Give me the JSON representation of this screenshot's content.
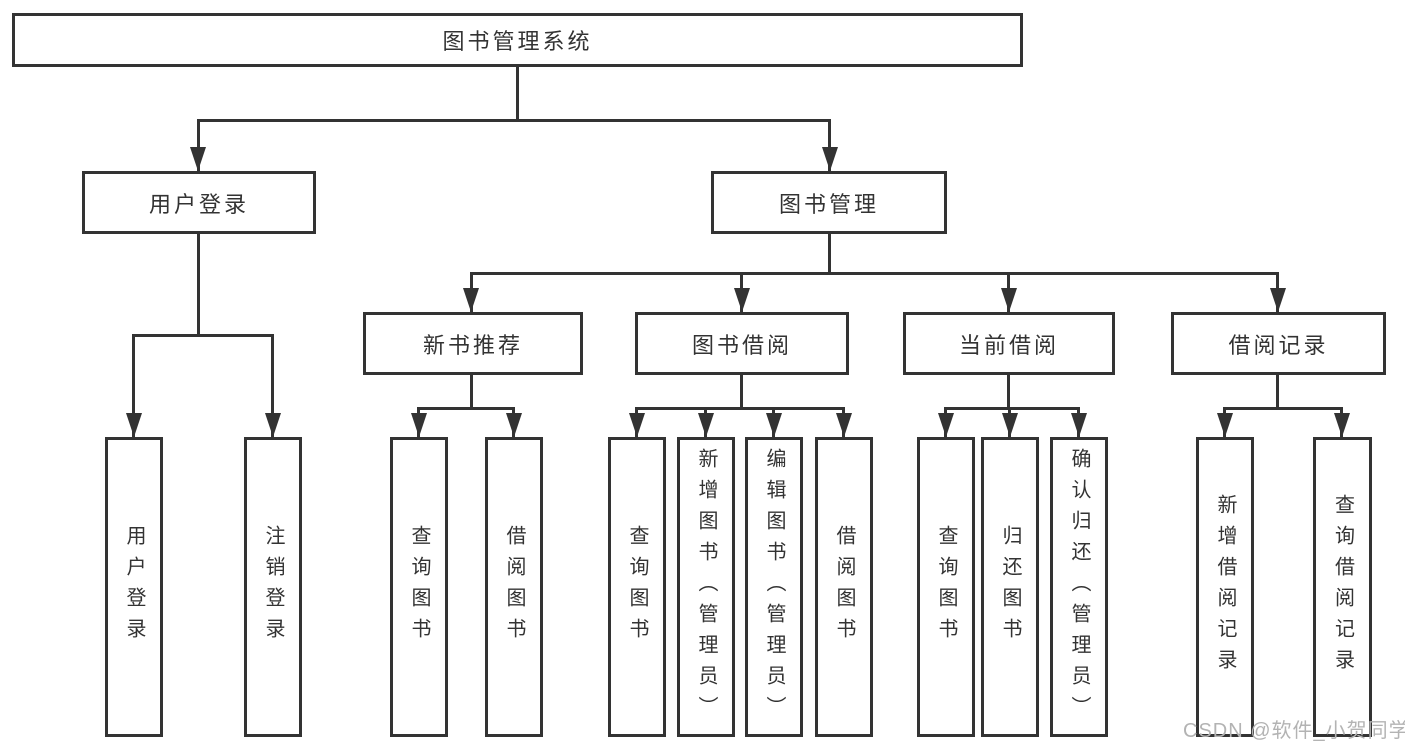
{
  "diagram": {
    "type": "tree-diagram",
    "line_color": "#333333",
    "text_color": "#333333",
    "root": {
      "label": "图书管理系统"
    },
    "branches": [
      {
        "label": "用户登录",
        "children": [
          {
            "label": "用户登录"
          },
          {
            "label": "注销登录"
          }
        ]
      },
      {
        "label": "图书管理",
        "children": [
          {
            "label": "新书推荐",
            "children": [
              {
                "label": "查询图书"
              },
              {
                "label": "借阅图书"
              }
            ]
          },
          {
            "label": "图书借阅",
            "children": [
              {
                "label": "查询图书"
              },
              {
                "label": "新增图书（管理员）"
              },
              {
                "label": "编辑图书（管理员）"
              },
              {
                "label": "借阅图书"
              }
            ]
          },
          {
            "label": "当前借阅",
            "children": [
              {
                "label": "查询图书"
              },
              {
                "label": "归还图书"
              },
              {
                "label": "确认归还（管理员）"
              }
            ]
          },
          {
            "label": "借阅记录",
            "children": [
              {
                "label": "新增借阅记录"
              },
              {
                "label": "查询借阅记录"
              }
            ]
          }
        ]
      }
    ]
  },
  "watermark": {
    "text": "CSDN @软件_小贺同学",
    "color": "#b3b3b3"
  }
}
